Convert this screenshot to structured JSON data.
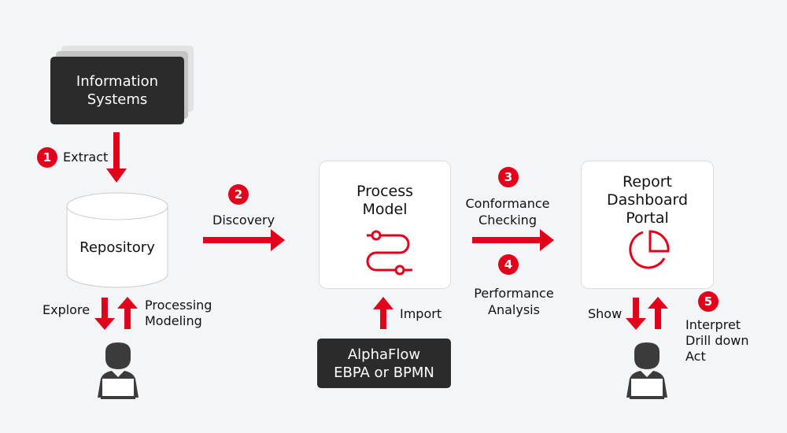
{
  "colors": {
    "accent": "#e3001b",
    "dark": "#2b2b2b"
  },
  "info_systems": {
    "line1": "Information",
    "line2": "Systems"
  },
  "steps": [
    {
      "number": "1",
      "label": "Extract"
    },
    {
      "number": "2",
      "label": "Discovery"
    },
    {
      "number": "3",
      "label_line1": "Conformance",
      "label_line2": "Checking"
    },
    {
      "number": "4",
      "label_line1": "Performance",
      "label_line2": "Analysis"
    },
    {
      "number": "5",
      "label_line1": "Interpret",
      "label_line2": "Drill down",
      "label_line3": "Act"
    }
  ],
  "repository": {
    "label": "Repository",
    "explore": "Explore",
    "processing": "Processing",
    "modeling": "Modeling"
  },
  "process_model": {
    "line1": "Process",
    "line2": "Model",
    "icon": "route-icon",
    "import": "Import"
  },
  "alphaflow": {
    "line1": "AlphaFlow",
    "line2": "EBPA or BPMN"
  },
  "report": {
    "line1": "Report",
    "line2": "Dashboard",
    "line3": "Portal",
    "icon": "pie-chart-icon",
    "show": "Show"
  }
}
